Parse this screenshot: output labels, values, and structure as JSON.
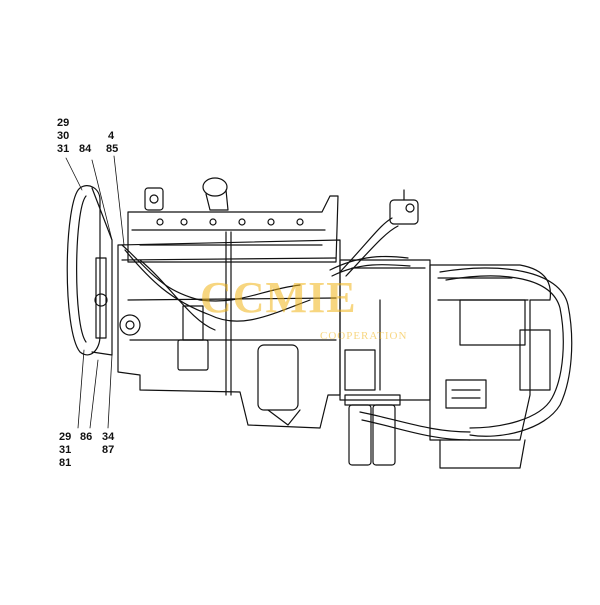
{
  "callouts_top": {
    "a": "29",
    "b": "30",
    "c": "31",
    "d": "84",
    "e": "4",
    "f": "85"
  },
  "callouts_bottom": {
    "a": "29",
    "b": "31",
    "c": "81",
    "d": "86",
    "e": "34",
    "f": "87"
  },
  "watermark": {
    "brand": "CCMIE",
    "sub": "COOPERATION"
  },
  "colors": {
    "line": "#111111",
    "watermark": "#f2b51a",
    "background": "#ffffff"
  }
}
